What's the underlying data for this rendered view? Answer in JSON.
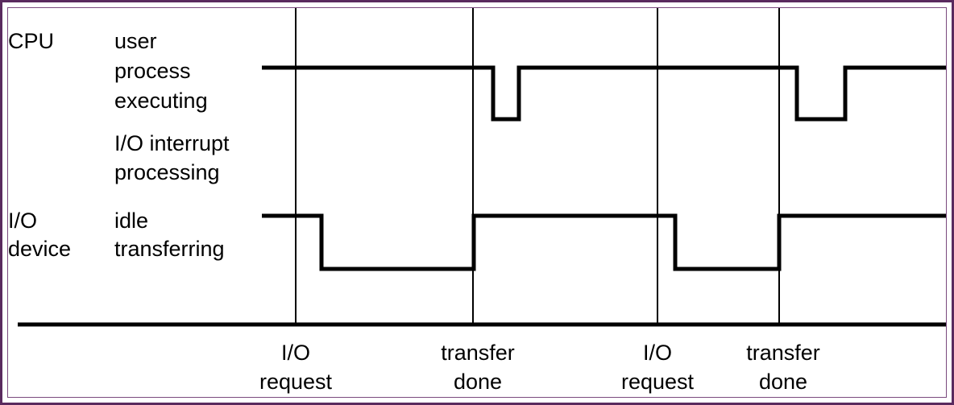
{
  "labels": {
    "cpu": "CPU",
    "user_process": [
      "user",
      "process",
      "executing"
    ],
    "io_interrupt": [
      "I/O interrupt",
      "processing"
    ],
    "io_device": [
      "I/O",
      "device"
    ],
    "idle": "idle",
    "transferring": "transferring"
  },
  "events": [
    {
      "name": "io-request-1",
      "lines": [
        "I/O",
        "request"
      ]
    },
    {
      "name": "transfer-done-1",
      "lines": [
        "transfer",
        "done"
      ]
    },
    {
      "name": "io-request-2",
      "lines": [
        "I/O",
        "request"
      ]
    },
    {
      "name": "transfer-done-2",
      "lines": [
        "transfer",
        "done"
      ]
    }
  ],
  "colors": {
    "border": "#5a2a5e",
    "line": "#000000"
  }
}
